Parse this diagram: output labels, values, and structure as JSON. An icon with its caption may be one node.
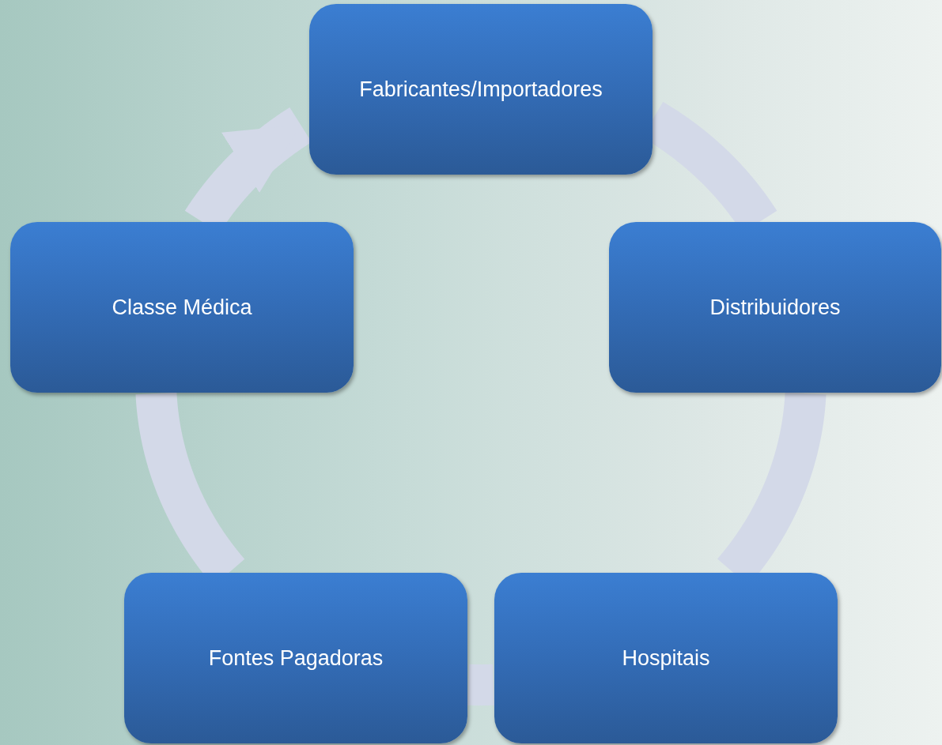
{
  "diagram": {
    "nodes": [
      {
        "text": [
          "Fabricantes/Importadores"
        ]
      },
      {
        "text": [
          "Distribuidores"
        ]
      },
      {
        "text": [
          "Hospitais"
        ]
      },
      {
        "text": [
          "Fontes Pagadoras"
        ]
      },
      {
        "text": [
          "Classe Médica"
        ]
      }
    ],
    "edges": [
      {
        "from": 0,
        "to": 1,
        "arrow": "none"
      },
      {
        "from": 1,
        "to": 2,
        "arrow": "none"
      },
      {
        "from": 2,
        "to": 3,
        "arrow": "none"
      },
      {
        "from": 3,
        "to": 4,
        "arrow": "none"
      },
      {
        "from": 4,
        "to": 0,
        "arrow": "to"
      }
    ]
  }
}
